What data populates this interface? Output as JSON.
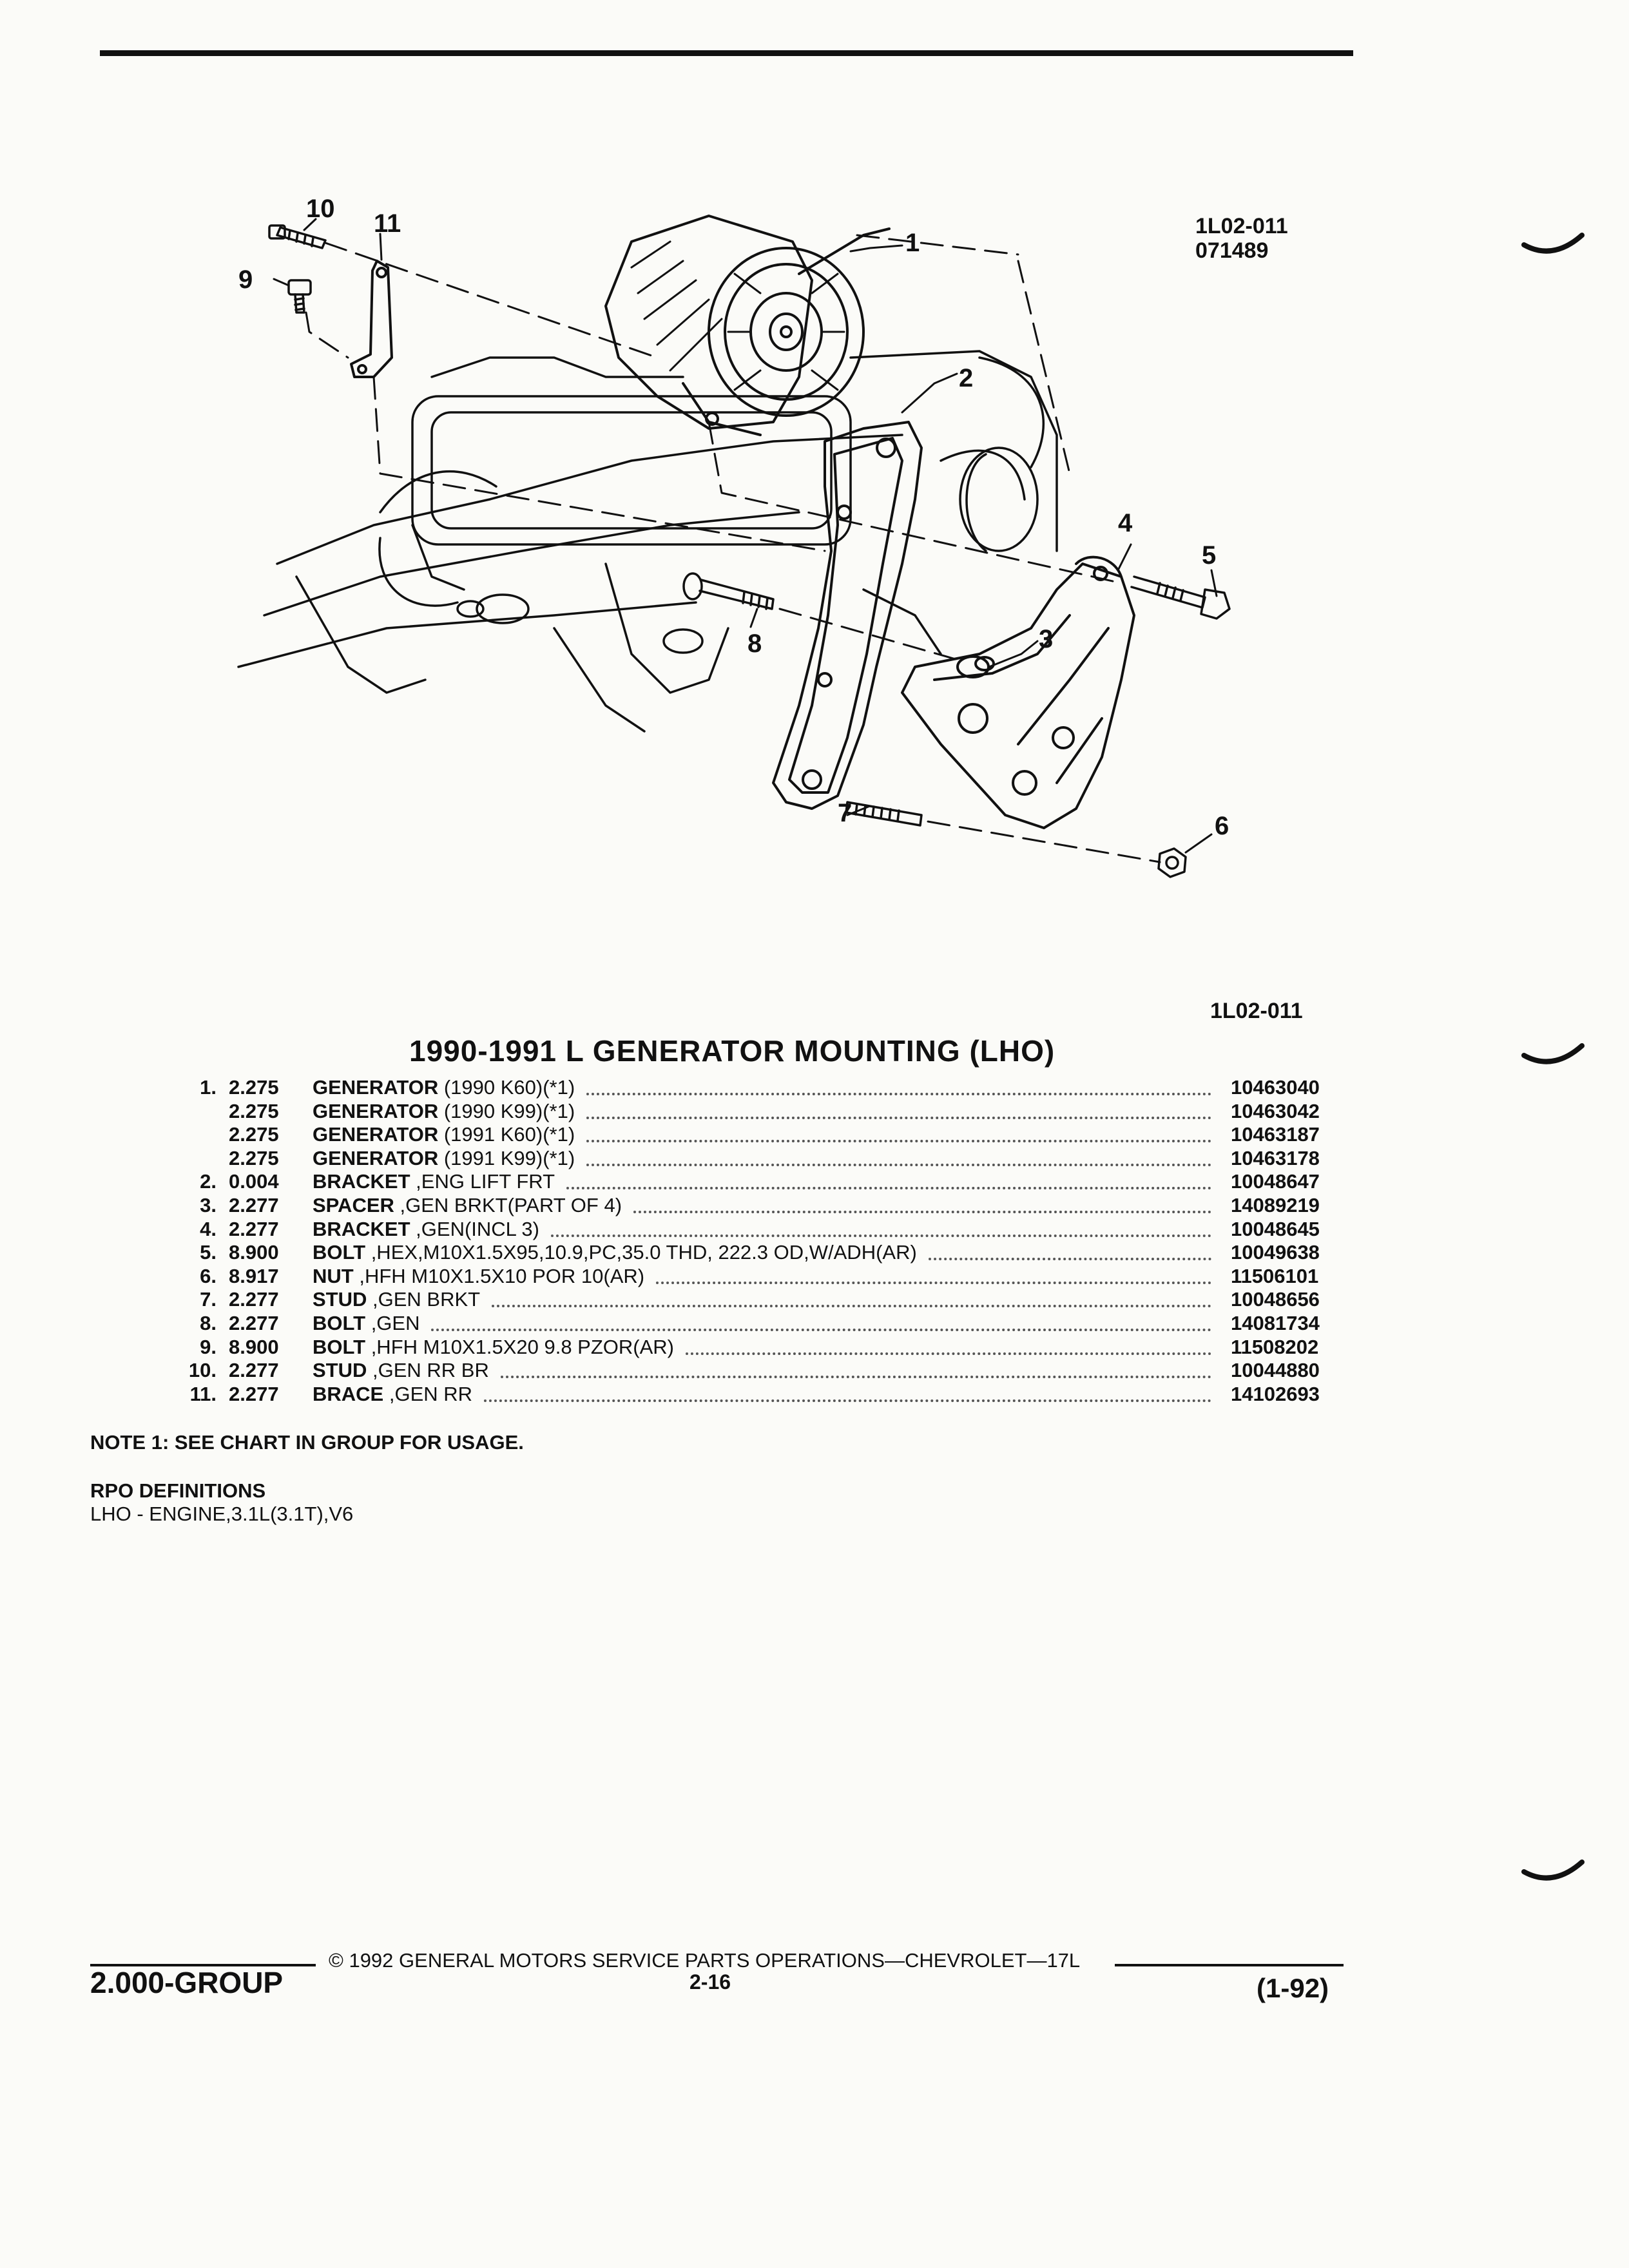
{
  "figure": {
    "id_top_1": "1L02-011",
    "id_top_2": "071489",
    "id_bottom": "1L02-011",
    "callouts": [
      "1",
      "2",
      "3",
      "4",
      "5",
      "6",
      "7",
      "8",
      "9",
      "10",
      "11"
    ]
  },
  "title": "1990-1991 L GENERATOR MOUNTING (LHO)",
  "parts": [
    {
      "num": "1.",
      "group": "2.275",
      "desc": "GENERATOR",
      "detail": " (1990 K60)(*1)",
      "pn": "10463040"
    },
    {
      "num": "",
      "group": "2.275",
      "desc": "GENERATOR",
      "detail": " (1990 K99)(*1)",
      "pn": "10463042"
    },
    {
      "num": "",
      "group": "2.275",
      "desc": "GENERATOR",
      "detail": " (1991 K60)(*1)",
      "pn": "10463187"
    },
    {
      "num": "",
      "group": "2.275",
      "desc": "GENERATOR",
      "detail": " (1991 K99)(*1)",
      "pn": "10463178"
    },
    {
      "num": "2.",
      "group": "0.004",
      "desc": "BRACKET",
      "detail": " ,ENG LIFT FRT",
      "pn": "10048647"
    },
    {
      "num": "3.",
      "group": "2.277",
      "desc": "SPACER",
      "detail": " ,GEN BRKT(PART OF 4)",
      "pn": "14089219"
    },
    {
      "num": "4.",
      "group": "2.277",
      "desc": "BRACKET",
      "detail": " ,GEN(INCL 3)",
      "pn": "10048645"
    },
    {
      "num": "5.",
      "group": "8.900",
      "desc": "BOLT",
      "detail": " ,HEX,M10X1.5X95,10.9,PC,35.0 THD, 222.3 OD,W/ADH(AR)",
      "pn": "10049638"
    },
    {
      "num": "6.",
      "group": "8.917",
      "desc": "NUT",
      "detail": " ,HFH M10X1.5X10 POR 10(AR)",
      "pn": "11506101"
    },
    {
      "num": "7.",
      "group": "2.277",
      "desc": "STUD",
      "detail": " ,GEN BRKT",
      "pn": "10048656"
    },
    {
      "num": "8.",
      "group": "2.277",
      "desc": "BOLT",
      "detail": " ,GEN",
      "pn": "14081734"
    },
    {
      "num": "9.",
      "group": "8.900",
      "desc": "BOLT",
      "detail": " ,HFH M10X1.5X20 9.8 PZOR(AR)",
      "pn": "11508202"
    },
    {
      "num": "10.",
      "group": "2.277",
      "desc": "STUD",
      "detail": " ,GEN RR BR",
      "pn": "10044880"
    },
    {
      "num": "11.",
      "group": "2.277",
      "desc": "BRACE",
      "detail": " ,GEN RR",
      "pn": "14102693"
    }
  ],
  "note": "NOTE  1:  SEE CHART IN GROUP FOR USAGE.",
  "rpo": {
    "heading": "RPO DEFINITIONS",
    "definition": "LHO - ENGINE,3.1L(3.1T),V6"
  },
  "footer": {
    "copyright": "© 1992 GENERAL MOTORS SERVICE PARTS OPERATIONS—CHEVROLET—17L",
    "group": "2.000-GROUP",
    "page": "2-16",
    "date": "(1-92)"
  }
}
